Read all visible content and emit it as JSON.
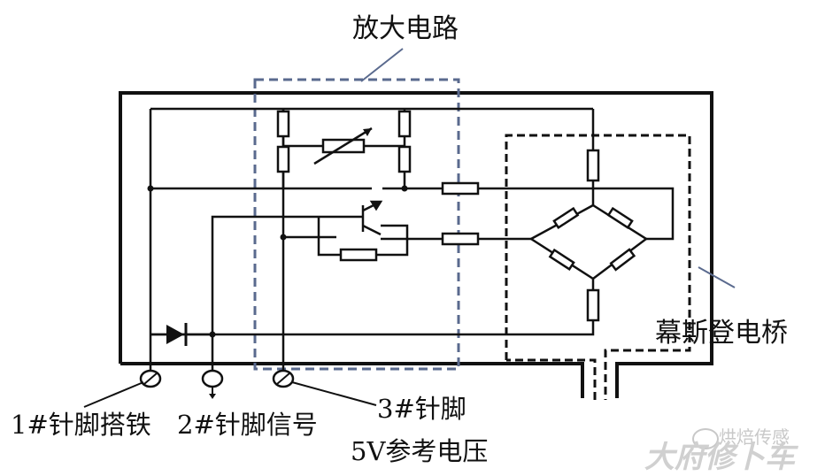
{
  "labels": {
    "amplifier": "放大电路",
    "bridge": "幕斯登电桥",
    "pin1": "1#针脚搭铁",
    "pin2": "2#针脚信号",
    "pin3_line1": "3#针脚",
    "pin3_line2": "5V参考电压"
  },
  "watermark": {
    "account": "烘焙传感",
    "brand": "大府修卜车",
    "icon": "wechat-icon"
  },
  "colors": {
    "wire": "#111111",
    "dashed_frame": "#5a6a8e",
    "dashed_bridge": "#111111",
    "watermark": "#c8c8c8"
  }
}
